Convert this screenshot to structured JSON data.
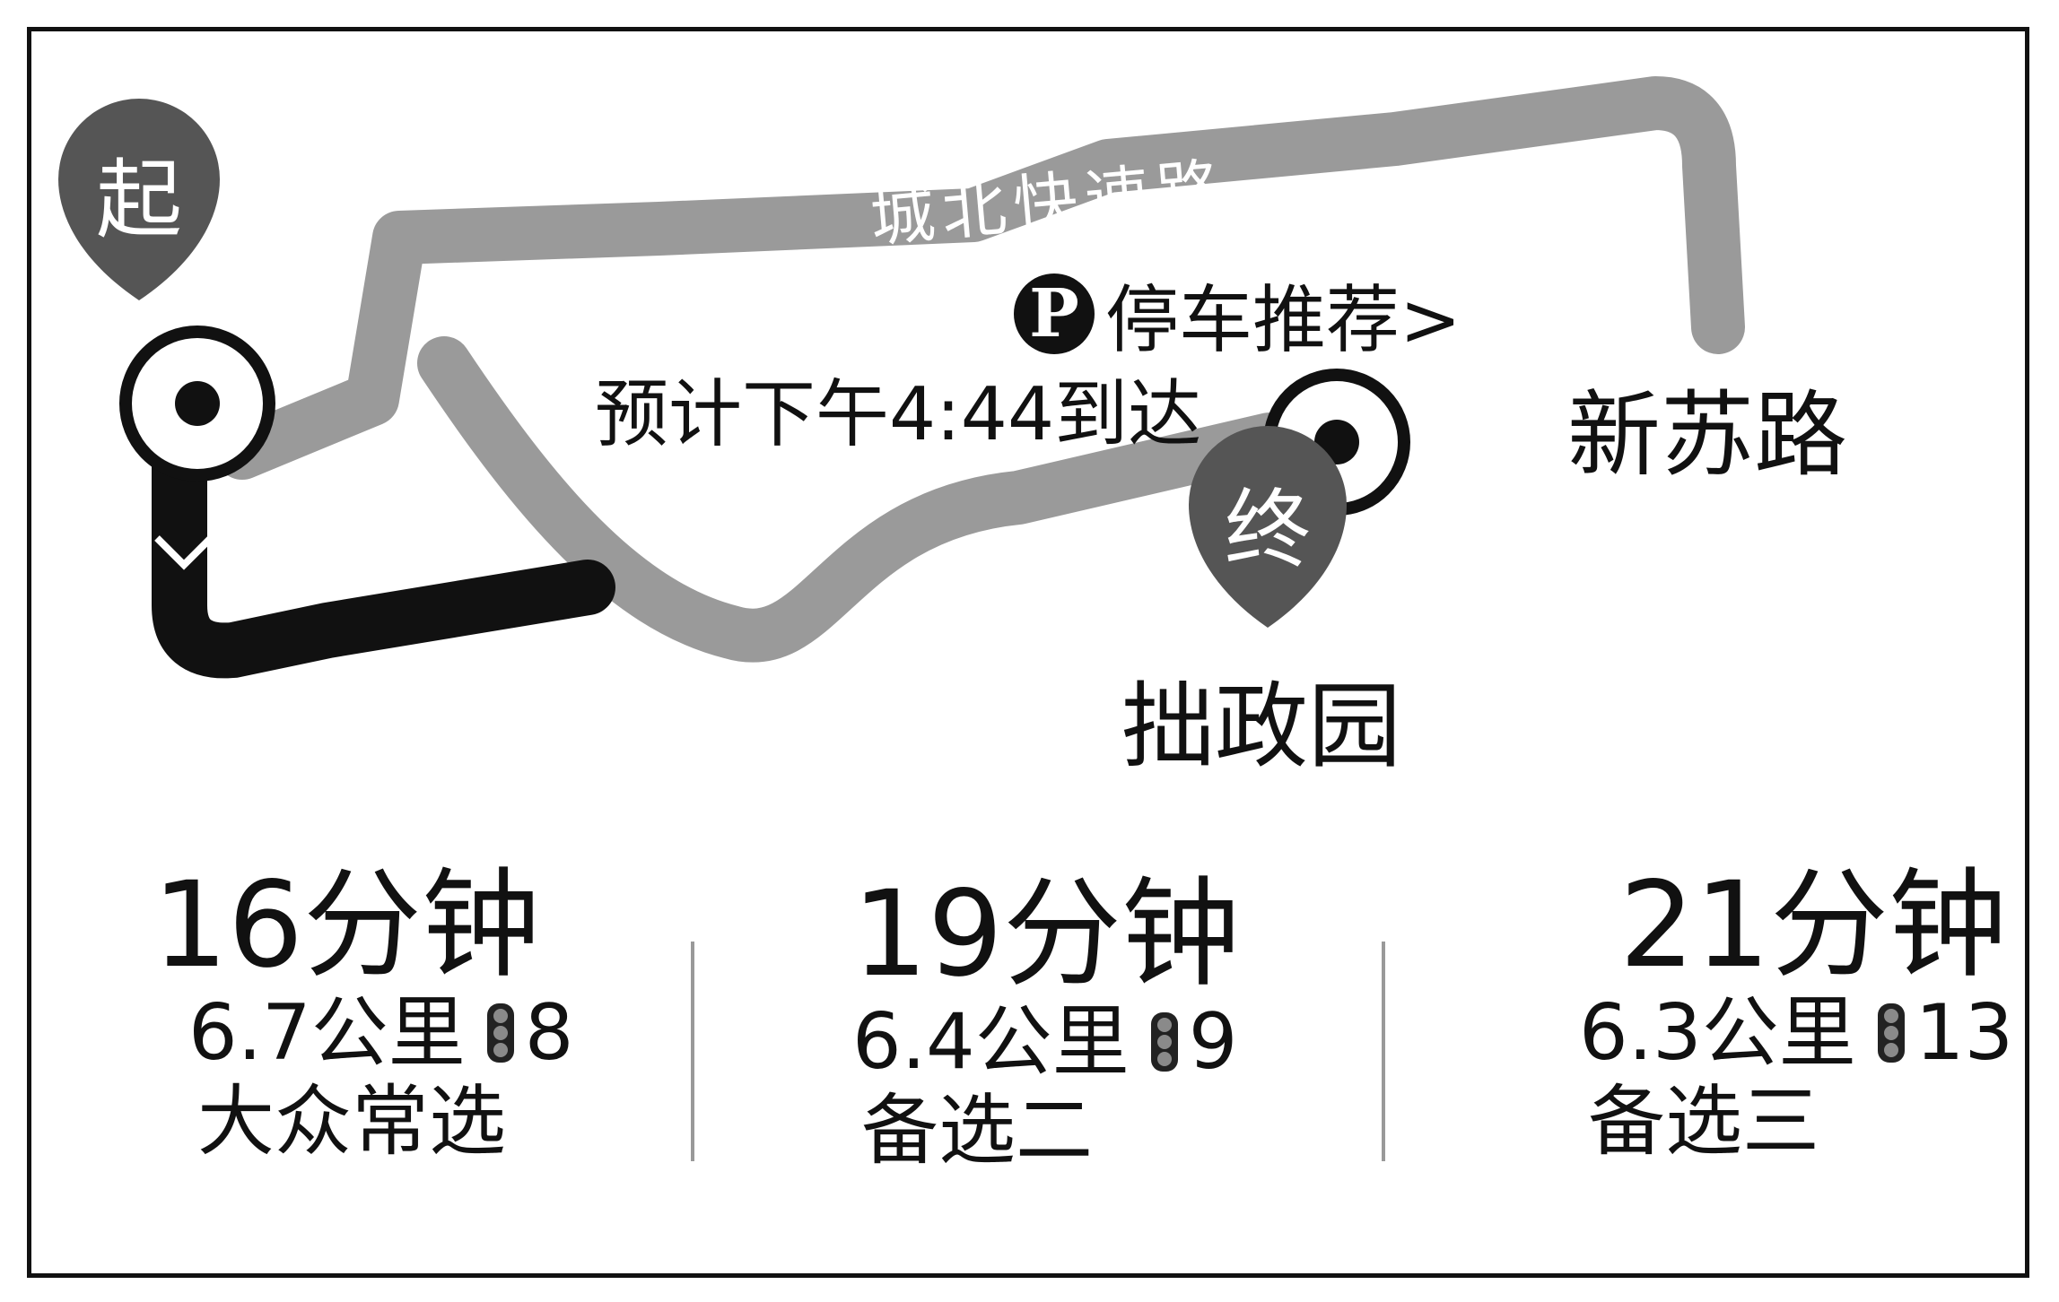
{
  "map": {
    "start_marker": "起",
    "end_marker": "终",
    "expressway_label": "城北快速路",
    "parking": {
      "icon": "P",
      "label": "停车推荐>"
    },
    "eta": "预计下午4:44到达",
    "road_label": "新苏路",
    "destination": "拙政园",
    "colors": {
      "selected_route": "#111111",
      "alt_route": "#9a9a9a",
      "marker": "#555555"
    }
  },
  "routes": [
    {
      "time": "16分钟",
      "distance": "6.7公里",
      "traffic_lights": "8",
      "label": "大众常选",
      "selected": true
    },
    {
      "time": "19分钟",
      "distance": "6.4公里",
      "traffic_lights": "9",
      "label": "备选二",
      "selected": false
    },
    {
      "time": "21分钟",
      "distance": "6.3公里",
      "traffic_lights": "13",
      "label": "备选三",
      "selected": false
    }
  ]
}
